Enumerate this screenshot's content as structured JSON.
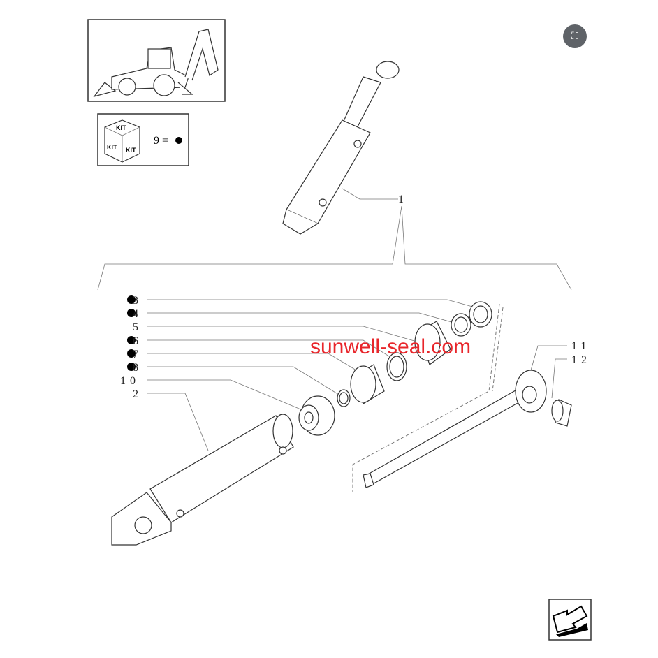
{
  "labels": {
    "main": "1",
    "cylinder_tube": "2",
    "part3": "3",
    "part4": "4",
    "part5": "5",
    "part6": "6",
    "part7": "7",
    "part8": "8",
    "part10": "10",
    "part11": "11",
    "part12": "12"
  },
  "kit_legend": {
    "cube_text": "KIT",
    "equation": "9 ="
  },
  "watermark": "sunwell-seal.com",
  "icons": {
    "fullscreen": "fullscreen-exit-icon",
    "nav": "next-page-arrow-icon"
  }
}
